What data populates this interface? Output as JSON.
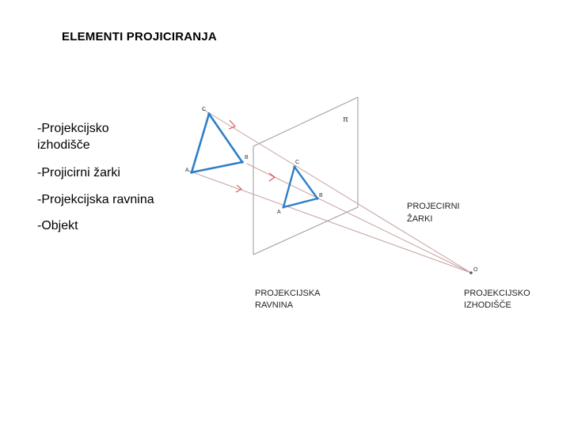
{
  "title": "ELEMENTI PROJICIRANJA",
  "bullets": [
    "-Projekcijsko\nizhodišče",
    "-Projicirni žarki",
    "-Projekcijska ravnina",
    "-Objekt"
  ],
  "diagram": {
    "plane_symbol": "π",
    "object_labels": {
      "a": "A",
      "b": "B",
      "c": "C"
    },
    "projection_labels": {
      "a": "A",
      "b": "B",
      "c": "C"
    },
    "origin_label": "O",
    "callouts": {
      "rays_line1": "PROJECIRNI",
      "rays_line2": "ŽARKI",
      "plane_line1": "PROJEKCIJSKA",
      "plane_line2": "RAVNINA",
      "origin_line1": "PROJEKCIJSKO",
      "origin_line2": "IZHODIŠČE"
    },
    "colors": {
      "triangle": "#2f7fc8",
      "ray": "#c8a0a0",
      "plane": "#9a9a9a",
      "arrow": "#d45050"
    }
  }
}
